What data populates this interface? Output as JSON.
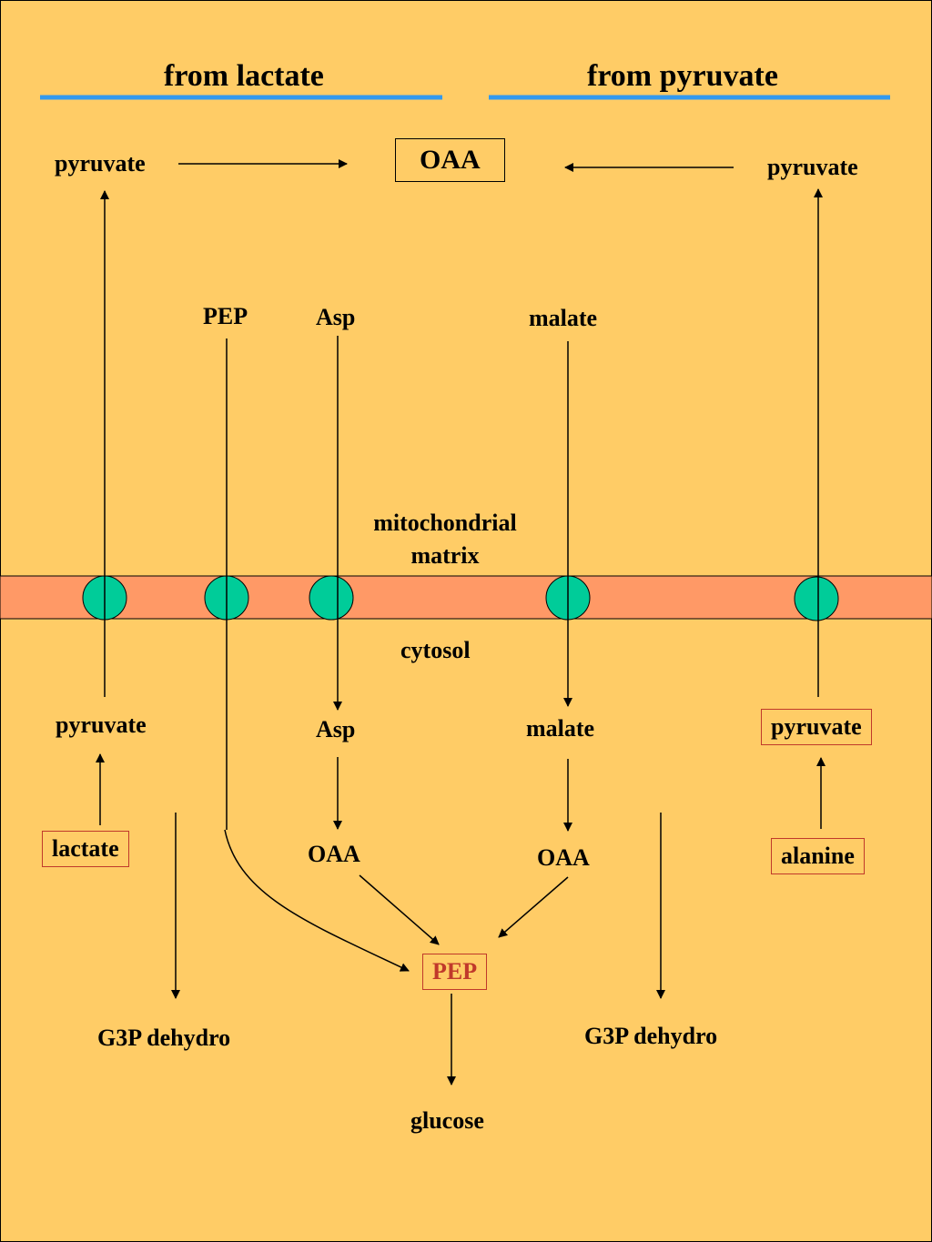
{
  "headers": {
    "left": "from lactate",
    "right": "from pyruvate"
  },
  "top": {
    "oaa": "OAA",
    "pyruvate_left": "pyruvate",
    "pyruvate_right": "pyruvate"
  },
  "matrix": {
    "pep": "PEP",
    "asp": "Asp",
    "malate": "malate"
  },
  "compartments": {
    "matrix": "mitochondrial\nmatrix",
    "cytosol": "cytosol"
  },
  "cytosol": {
    "pyruvate_left": "pyruvate",
    "asp": "Asp",
    "malate": "malate",
    "pyruvate_right": "pyruvate",
    "lactate": "lactate",
    "alanine": "alanine",
    "oaa_left": "OAA",
    "oaa_right": "OAA",
    "pep": "PEP",
    "g3p_left": "G3P dehydro",
    "g3p_right": "G3P dehydro",
    "glucose": "glucose"
  },
  "colors": {
    "background": "#ffcc66",
    "membrane": "#ff9966",
    "transporter": "#00cc99",
    "header_line": "#3399ee",
    "highlight": "#c0392b"
  }
}
